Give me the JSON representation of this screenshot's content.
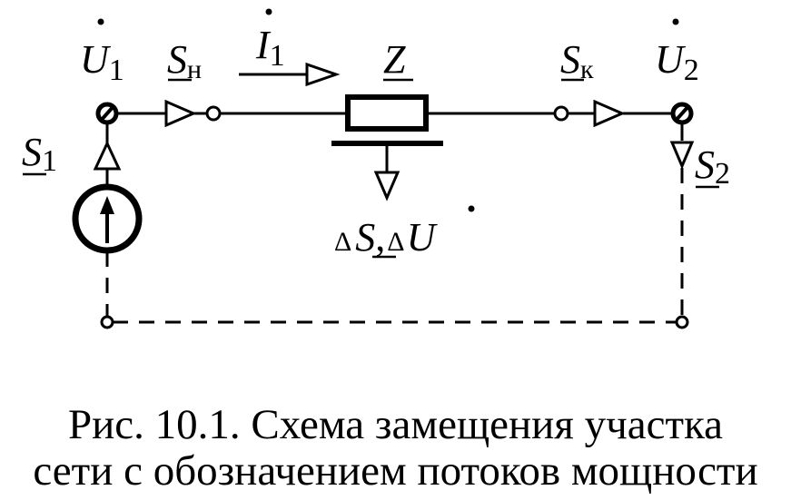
{
  "diagram": {
    "labels": {
      "u1": {
        "main": "U",
        "sub": "1"
      },
      "s_n": {
        "main": "S",
        "sub": "н"
      },
      "i1": {
        "main": "I",
        "sub": "1"
      },
      "z": {
        "main": "Z"
      },
      "s_k": {
        "main": "S",
        "sub": "к"
      },
      "u2": {
        "main": "U",
        "sub": "2"
      },
      "s1": {
        "main": "S",
        "sub": "1"
      },
      "s2": {
        "main": "S",
        "sub": "2"
      },
      "losses": {
        "delta1": "Δ",
        "s": "S",
        "comma": ",",
        "delta2": "Δ",
        "u": "U"
      }
    }
  },
  "caption": {
    "line1": "Рис. 10.1. Схема замещения участка",
    "line2": "сети с обозначением потоков мощности"
  }
}
